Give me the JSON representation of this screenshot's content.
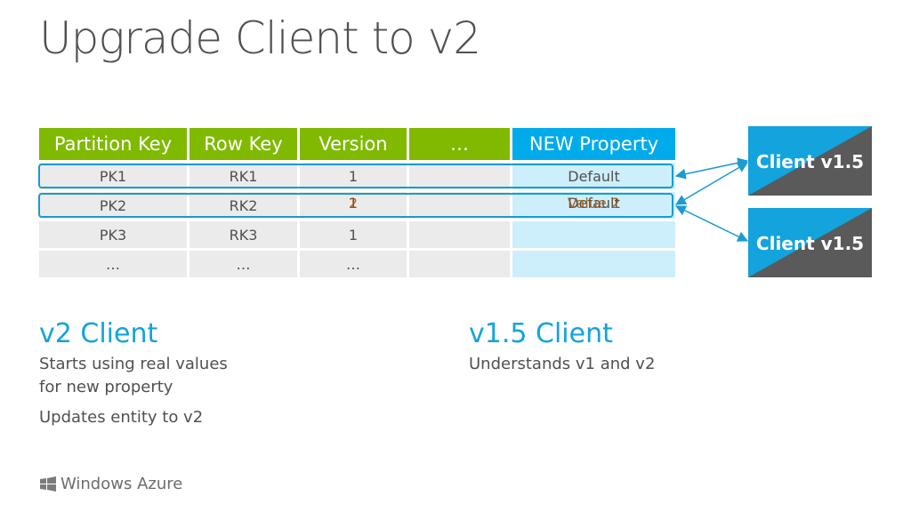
{
  "title": "Upgrade Client to v2",
  "table": {
    "headers": [
      "Partition Key",
      "Row Key",
      "Version",
      "…",
      "NEW Property"
    ],
    "rows": [
      {
        "pk": "PK1",
        "rk": "RK1",
        "version": "1",
        "extra": "",
        "newprop": "Default"
      },
      {
        "pk": "PK2",
        "rk": "RK2",
        "version": "1",
        "version_new": "2",
        "extra": "",
        "newprop": "Default",
        "newprop_new": "Value 2"
      },
      {
        "pk": "PK3",
        "rk": "RK3",
        "version": "1",
        "extra": "",
        "newprop": ""
      },
      {
        "pk": "…",
        "rk": "…",
        "version": "…",
        "extra": "",
        "newprop": ""
      }
    ]
  },
  "clients": [
    {
      "label": "Client v1.5"
    },
    {
      "label": "Client v1.5"
    }
  ],
  "v2_section": {
    "heading": "v2 Client",
    "line1": "Starts using real values",
    "line2": "for new property",
    "line3": "Updates entity to v2"
  },
  "v15_section": {
    "heading": "v1.5 Client",
    "line1": "Understands v1 and v2"
  },
  "logo": {
    "text": "Windows Azure",
    "icon": "windows-flag-icon"
  },
  "colors": {
    "header_green": "#7fba00",
    "header_blue": "#00abec",
    "accent": "#13a3dd",
    "dark": "#5a5a5a"
  }
}
